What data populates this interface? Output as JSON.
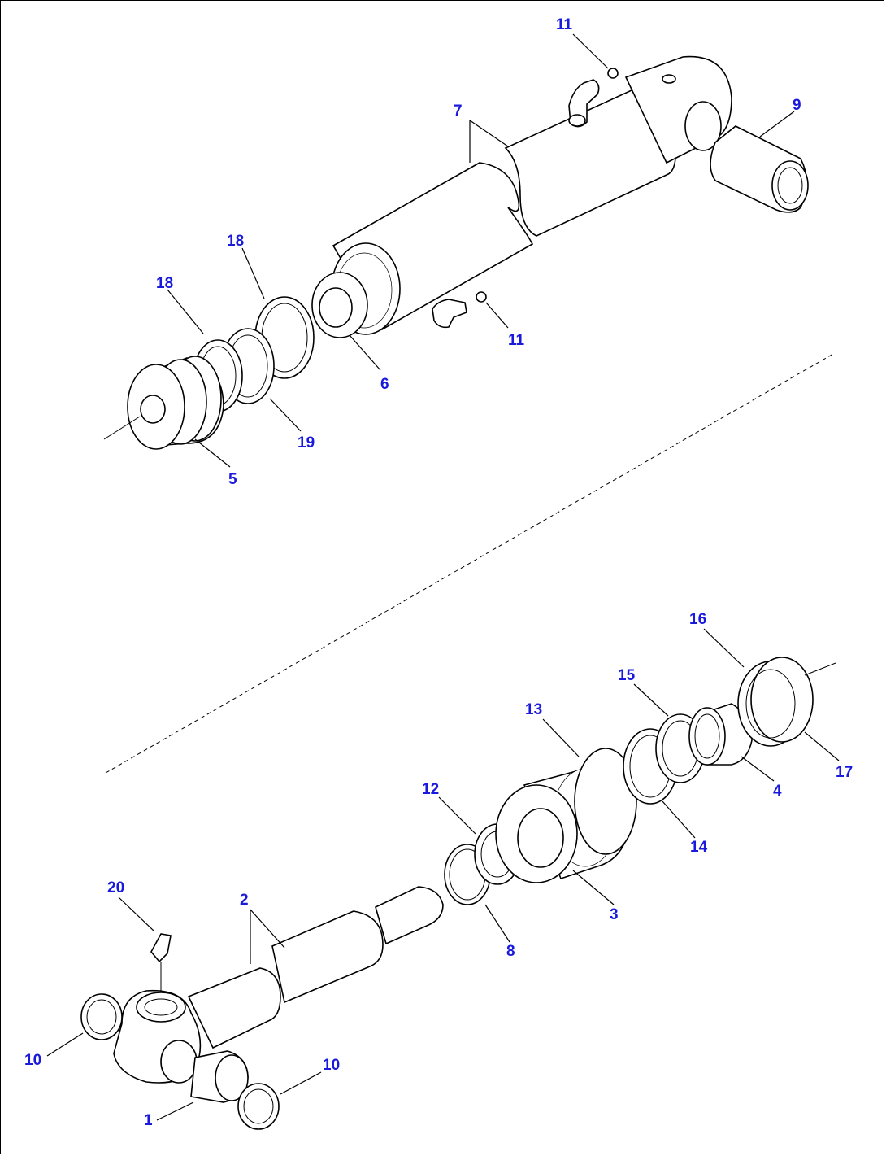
{
  "callouts": {
    "c11_top": "11",
    "c9": "9",
    "c7": "7",
    "c18_a": "18",
    "c18_b": "18",
    "c11_mid": "11",
    "c6": "6",
    "c19": "19",
    "c5": "5",
    "c16": "16",
    "c15": "15",
    "c13": "13",
    "c17": "17",
    "c4": "4",
    "c12": "12",
    "c14": "14",
    "c3": "3",
    "c20": "20",
    "c2": "2",
    "c8": "8",
    "c10_left": "10",
    "c10_right": "10",
    "c1": "1"
  },
  "colors": {
    "callout_text": "#1a1adc",
    "line": "#000000",
    "background": "#ffffff"
  }
}
